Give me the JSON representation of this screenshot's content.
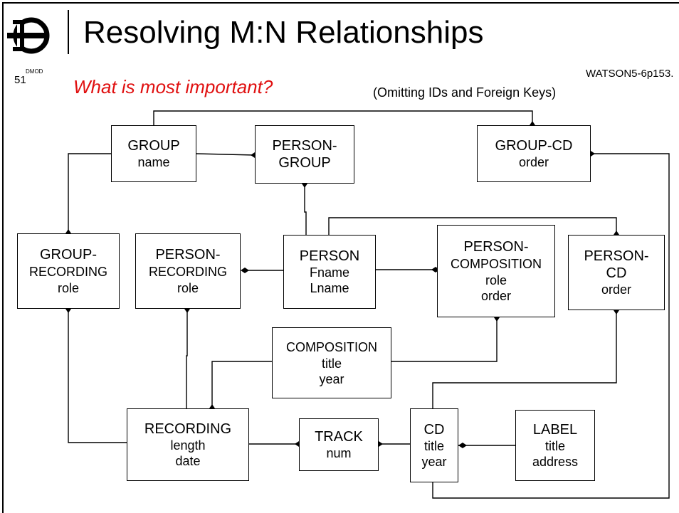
{
  "header": {
    "title": "Resolving  M:N  Relationships",
    "slide_code": "DMOD",
    "slide_number": "51",
    "reference": "WATSON5-6p153.",
    "question": "What is most important?",
    "note": "(Omitting IDs and Foreign Keys)",
    "question_color": "#e01010"
  },
  "entities": {
    "group": {
      "lines": [
        "GROUP"
      ],
      "attrs": [
        "name"
      ]
    },
    "person_group": {
      "lines": [
        "PERSON-",
        "GROUP"
      ],
      "attrs": []
    },
    "group_cd": {
      "lines": [
        "GROUP-CD"
      ],
      "attrs": [
        "order"
      ]
    },
    "group_recording": {
      "lines": [
        "GROUP-",
        "RECORDING"
      ],
      "attrs": [
        "role"
      ]
    },
    "person_recording": {
      "lines": [
        "PERSON-",
        "RECORDING"
      ],
      "attrs": [
        "role"
      ]
    },
    "person": {
      "lines": [
        "PERSON"
      ],
      "attrs": [
        "Fname",
        "Lname"
      ]
    },
    "person_composition": {
      "lines": [
        "PERSON-",
        "COMPOSITION"
      ],
      "attrs": [
        "role",
        "order"
      ]
    },
    "person_cd": {
      "lines": [
        "PERSON-",
        "CD"
      ],
      "attrs": [
        "order"
      ]
    },
    "composition": {
      "lines": [
        "COMPOSITION"
      ],
      "attrs": [
        "title",
        "year"
      ]
    },
    "recording": {
      "lines": [
        "RECORDING"
      ],
      "attrs": [
        "length",
        "date"
      ]
    },
    "track": {
      "lines": [
        "TRACK"
      ],
      "attrs": [
        "num"
      ]
    },
    "cd": {
      "lines": [
        "CD"
      ],
      "attrs": [
        "title",
        "year"
      ]
    },
    "label": {
      "lines": [
        "LABEL"
      ],
      "attrs": [
        "title",
        "address"
      ]
    }
  }
}
